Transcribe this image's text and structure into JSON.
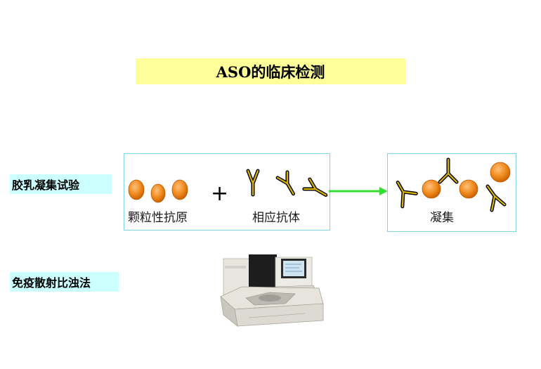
{
  "title": "ASO的临床检测",
  "methods": {
    "latex": "胶乳凝集试验",
    "immuno": "免疫散射比浊法"
  },
  "panel_left": {
    "antigen_label": "颗粒性抗原",
    "plus": "+",
    "antibody_label": "相应抗体"
  },
  "panel_right": {
    "agg_label": "凝集"
  },
  "colors": {
    "title_bg": "#ffff99",
    "label_bg": "#ccffff",
    "panel_border": "#7fd4e6",
    "arrow": "#33dd33",
    "bead": "#f08a1e",
    "antibody_outline": "#000000",
    "antibody_fill": "#d9b300"
  }
}
